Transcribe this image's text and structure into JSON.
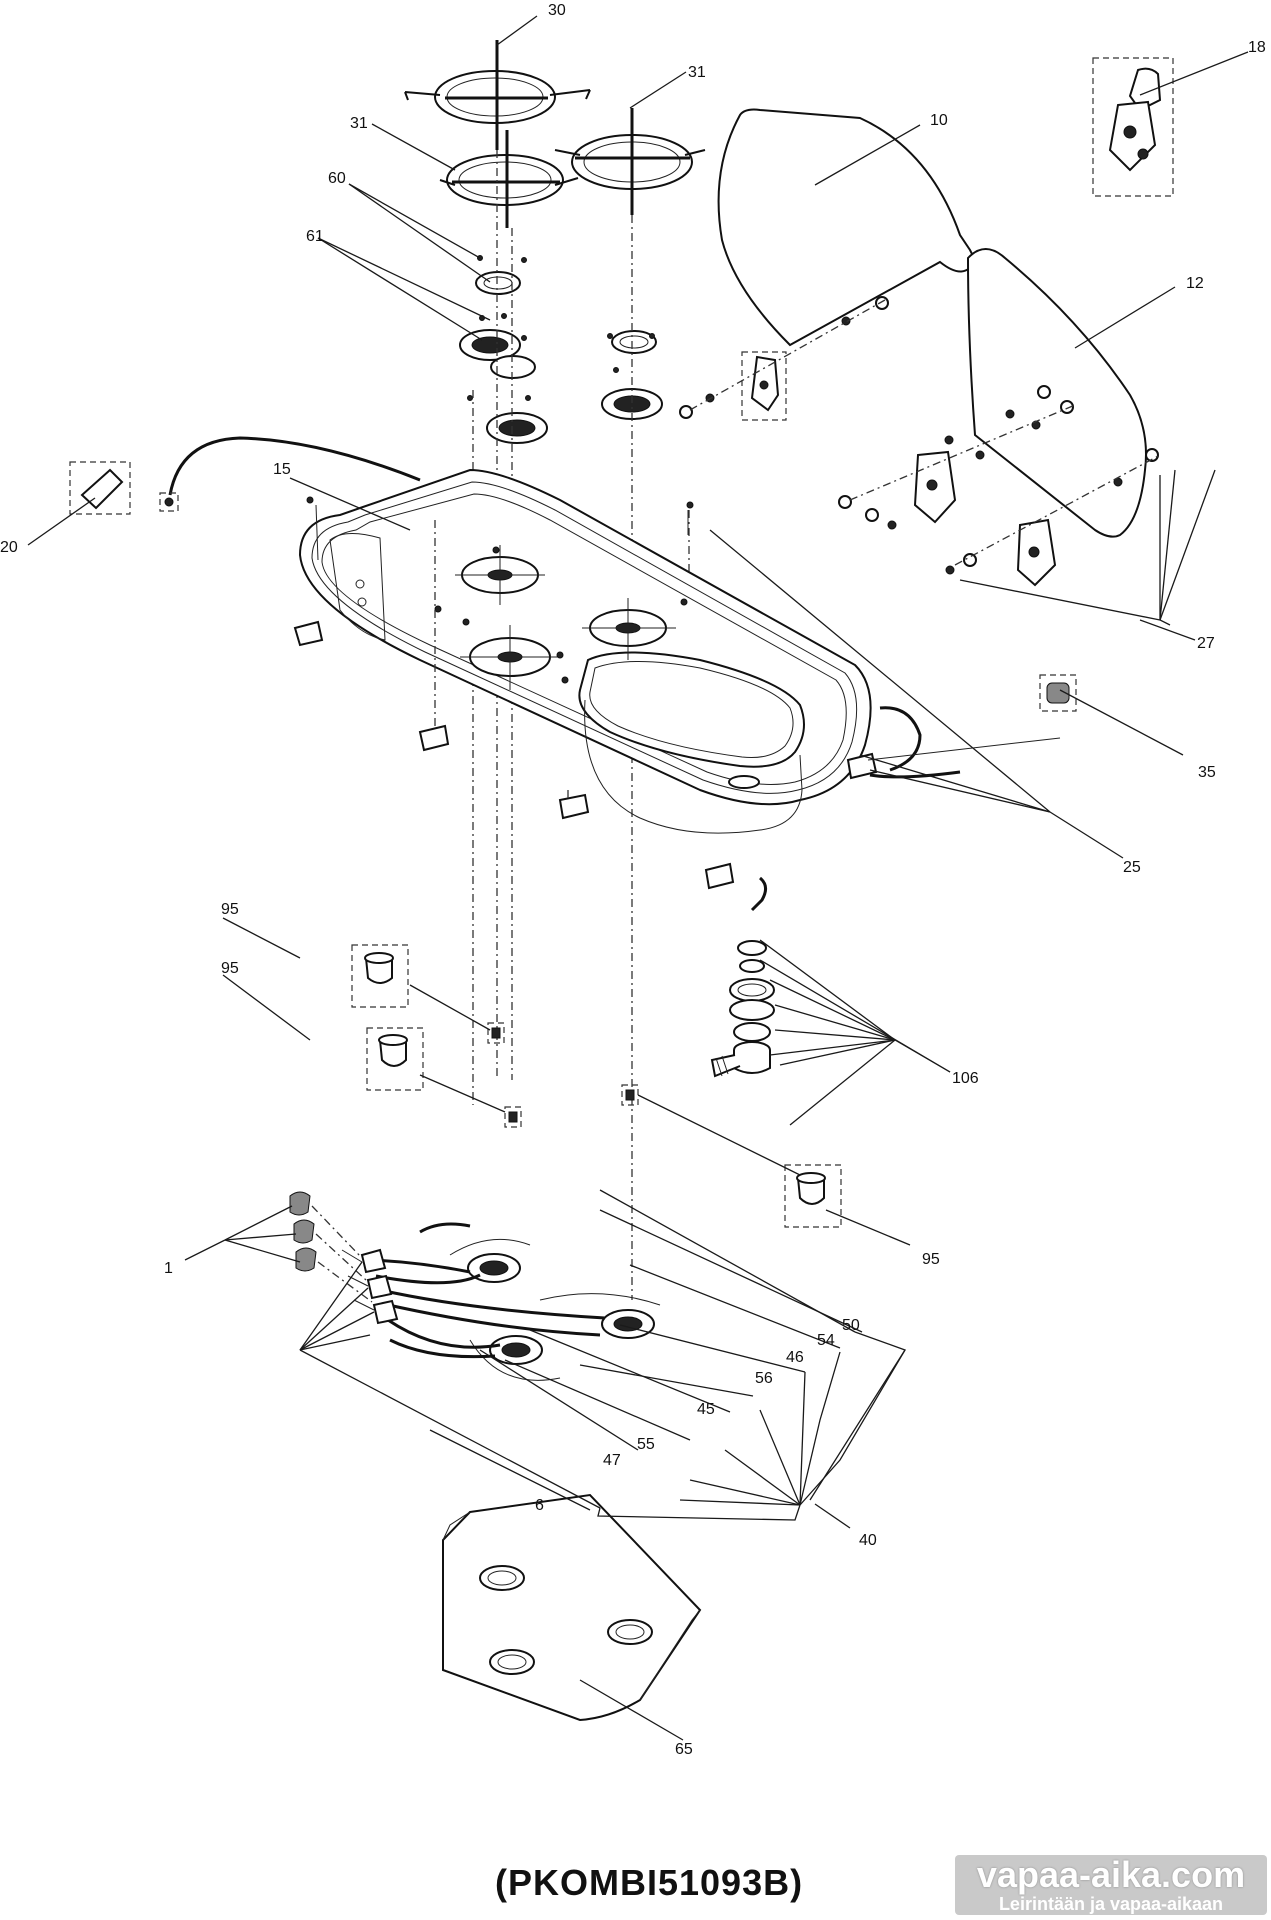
{
  "diagram_code": "(PKOMBI51093B)",
  "callouts": [
    "30",
    "31",
    "31",
    "60",
    "61",
    "15",
    "20",
    "10",
    "18",
    "12",
    "27",
    "35",
    "25",
    "95",
    "95",
    "95",
    "106",
    "1",
    "50",
    "54",
    "46",
    "56",
    "45",
    "55",
    "47",
    "6",
    "40",
    "65"
  ],
  "watermark": {
    "name": "vapaa-aika.com",
    "tagline": "Leirintään ja vapaa-aikaan"
  }
}
